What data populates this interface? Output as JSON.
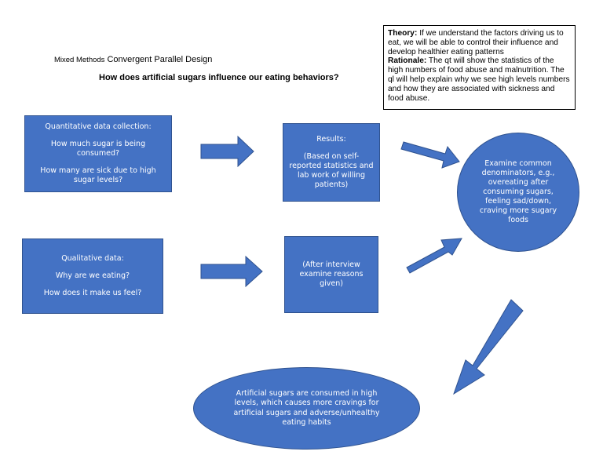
{
  "header": {
    "design_prefix": "Mixed Methods",
    "design_name": "Convergent Parallel Design",
    "question": "How does artificial sugars influence our eating behaviors?"
  },
  "theory_box": {
    "theory_label": "Theory:",
    "theory_text": " If we understand the factors driving us to eat, we will be able to control their influence and develop healthier eating patterns",
    "rationale_label": "Rationale:",
    "rationale_text": " The qt will show the statistics of the high numbers of food abuse and malnutrition. The ql will help explain why we see high levels numbers and how they are associated with sickness and food abuse."
  },
  "quantitative": {
    "title": "Quantitative data collection:",
    "q1": "How much sugar is being consumed?",
    "q2": "How many are sick due to high sugar levels?"
  },
  "results": {
    "title": "Results:",
    "detail": "(Based on self-reported statistics and lab work of willing patients)"
  },
  "qualitative": {
    "title": "Qualitative data:",
    "q1": "Why are we eating?",
    "q2": "How does it make us feel?"
  },
  "interview": {
    "detail": "(After interview examine reasons given)"
  },
  "examine": {
    "text": "Examine common denominators, e.g., overeating after consuming sugars, feeling sad/down, craving more sugary foods"
  },
  "conclusion": {
    "text": "Artificial sugars are consumed in high levels, which causes more cravings for artificial sugars and adverse/unhealthy eating habits"
  },
  "colors": {
    "node_fill": "#4472c4",
    "node_border": "#2f528f",
    "node_text": "#ffffff"
  }
}
